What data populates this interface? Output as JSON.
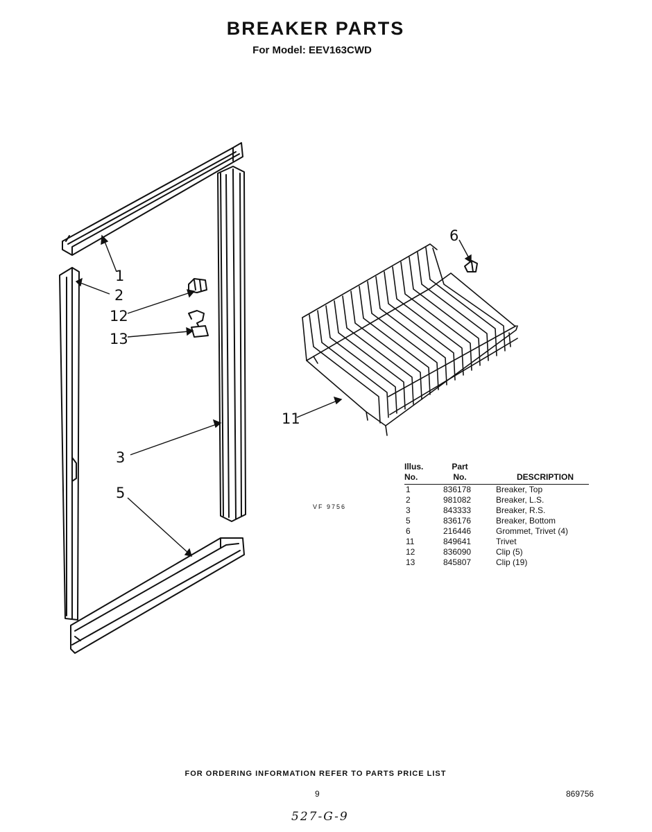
{
  "header": {
    "title": "BREAKER PARTS",
    "subtitle": "For Model: EEV163CWD"
  },
  "diagram": {
    "figure_code": "VF 9756",
    "callouts": {
      "c1": "1",
      "c2": "2",
      "c12": "12",
      "c13": "13",
      "c3": "3",
      "c5": "5",
      "c6": "6",
      "c11": "11"
    }
  },
  "parts_table": {
    "headers": {
      "illus_line1": "Illus.",
      "illus_line2": "No.",
      "part_line1": "Part",
      "part_line2": "No.",
      "description": "DESCRIPTION"
    },
    "rows": [
      {
        "illus": "1",
        "part": "836178",
        "desc": "Breaker, Top"
      },
      {
        "illus": "2",
        "part": "981082",
        "desc": "Breaker, L.S."
      },
      {
        "illus": "3",
        "part": "843333",
        "desc": "Breaker, R.S."
      },
      {
        "illus": "5",
        "part": "836176",
        "desc": "Breaker, Bottom"
      },
      {
        "illus": "6",
        "part": "216446",
        "desc": "Grommet, Trivet (4)"
      },
      {
        "illus": "11",
        "part": "849641",
        "desc": "Trivet"
      },
      {
        "illus": "12",
        "part": "836090",
        "desc": "Clip (5)"
      },
      {
        "illus": "13",
        "part": "845807",
        "desc": "Clip (19)"
      }
    ]
  },
  "footer": {
    "ordering_note": "FOR ORDERING INFORMATION REFER TO PARTS PRICE LIST",
    "page_number": "9",
    "document_number": "869756",
    "handwritten_note": "527-G-9"
  }
}
